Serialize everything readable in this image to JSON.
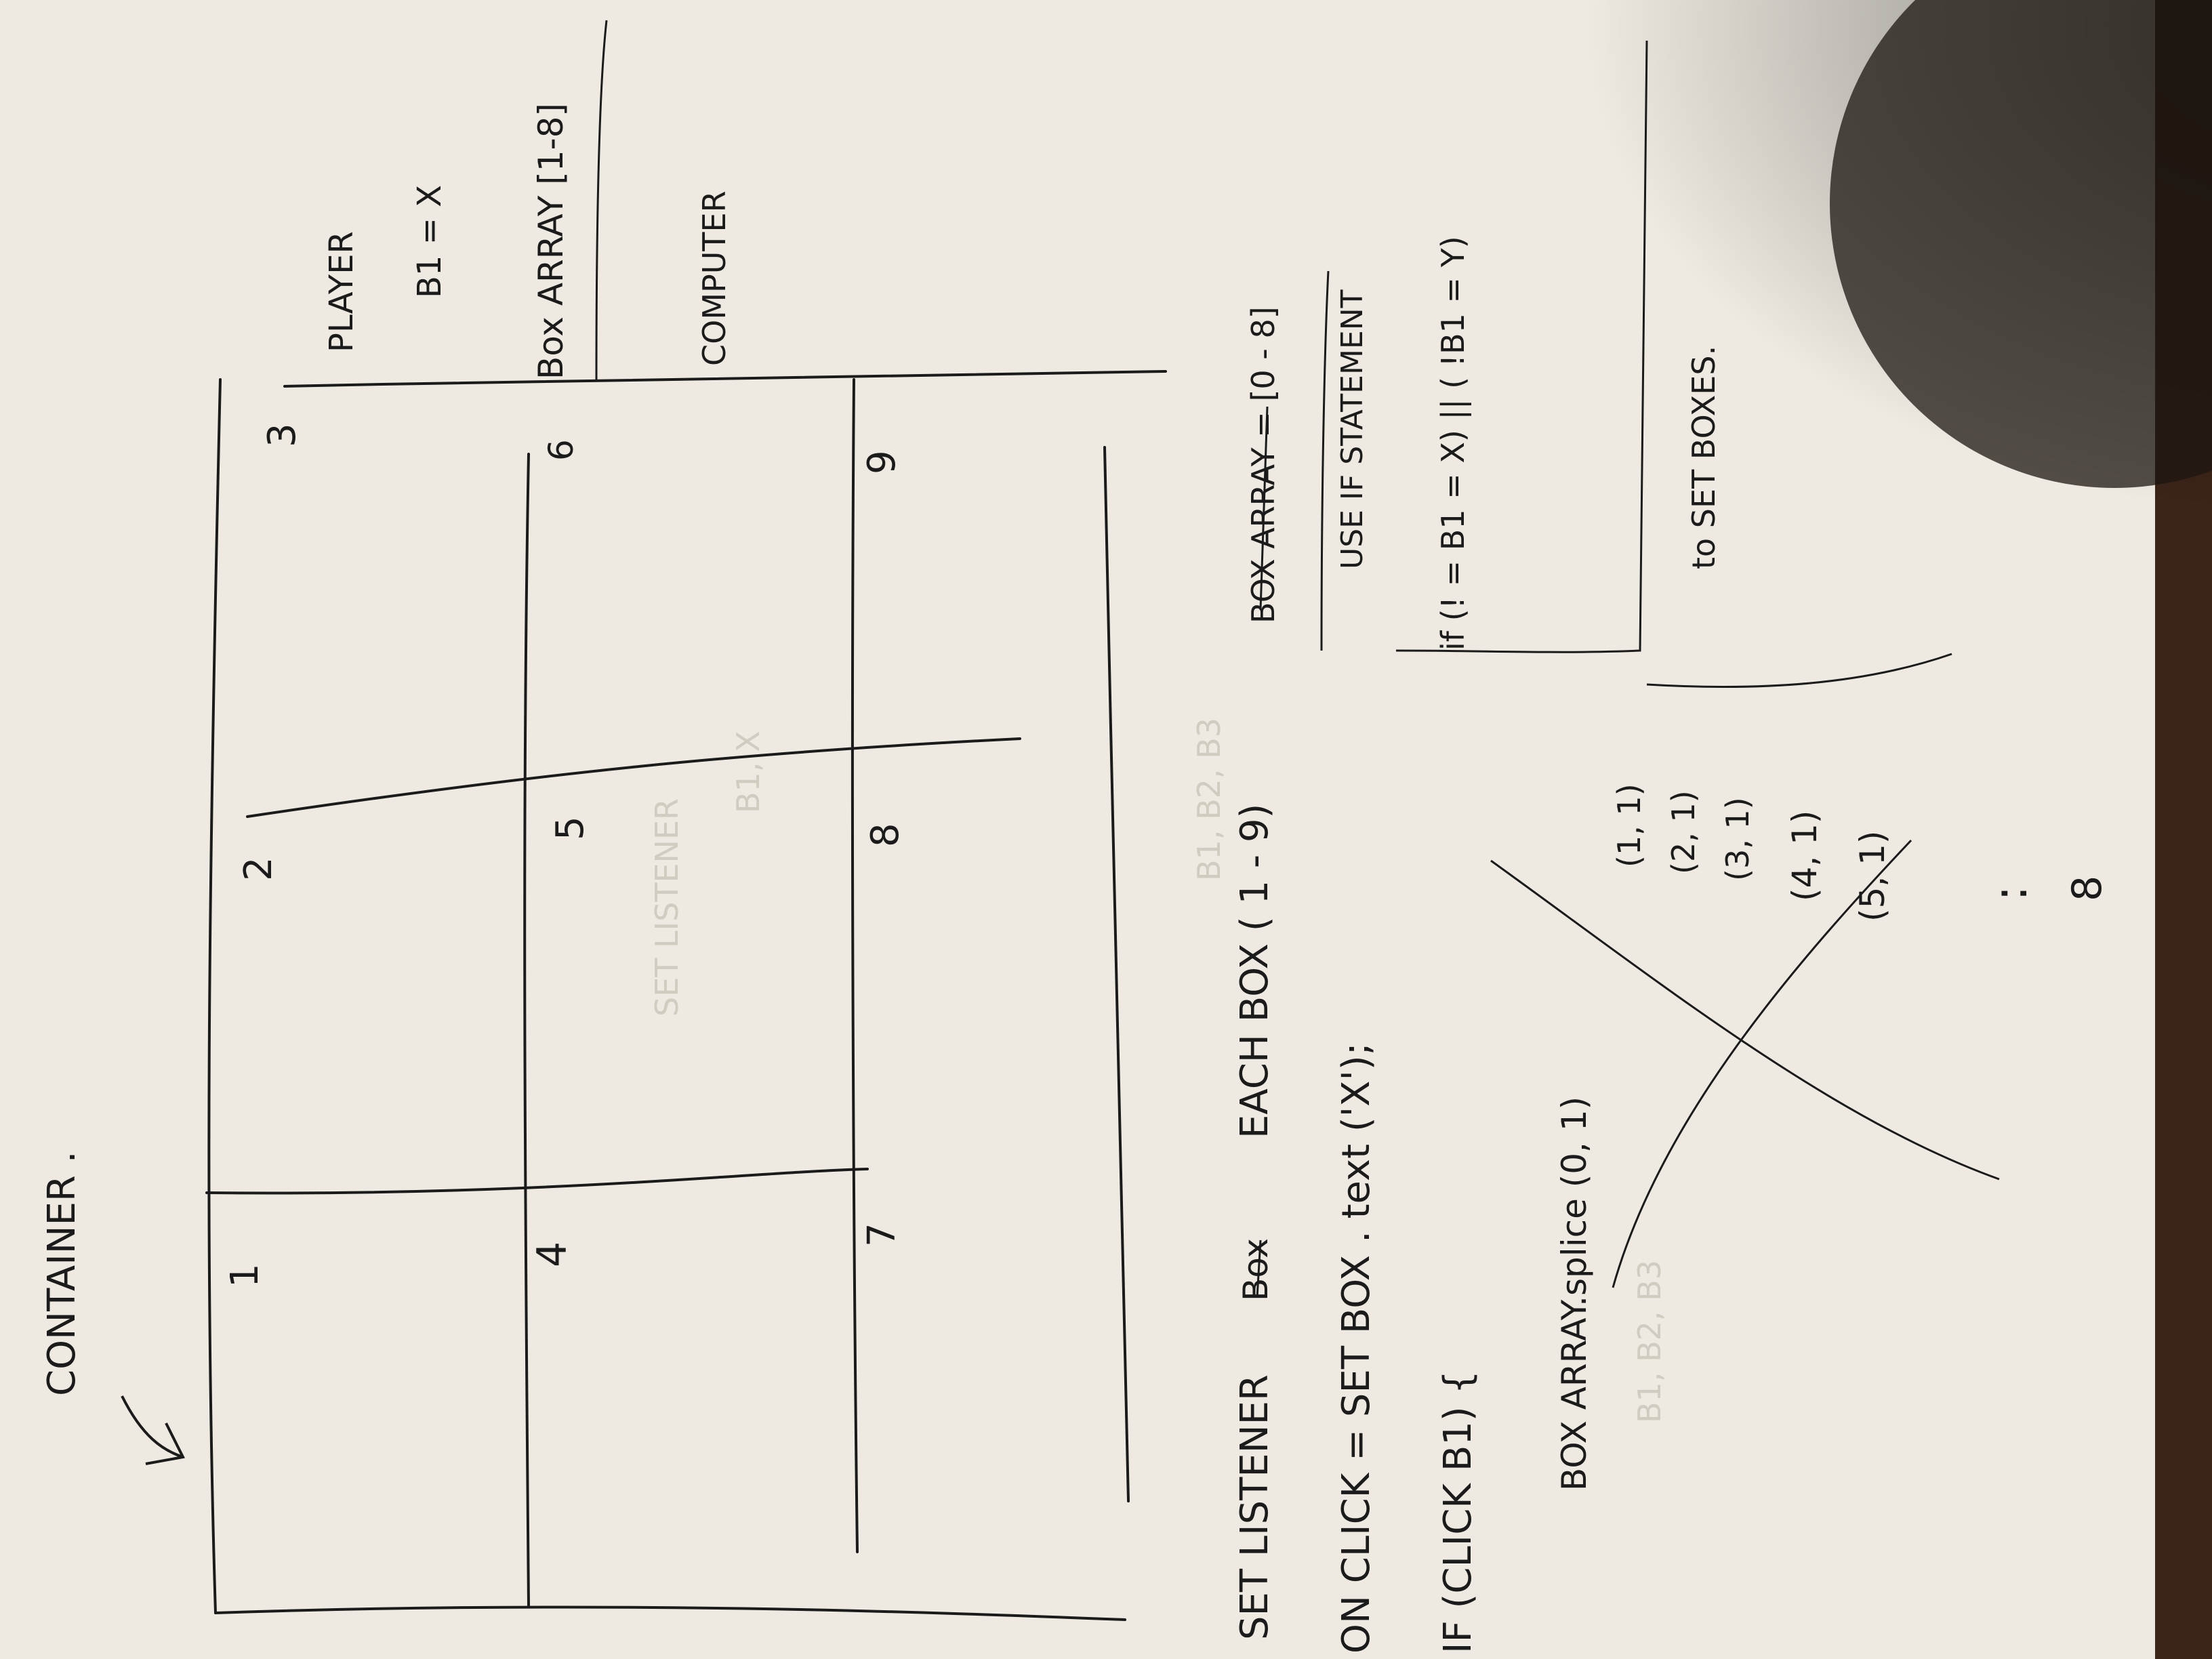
{
  "photo": {
    "paper_color": "#eeeae1",
    "ink_color": "#1b1b1b",
    "table_color": "#3b2418",
    "shadow_color": "#2a201a"
  },
  "sketch": {
    "container_label": "CONTAINER .",
    "cells": [
      "1",
      "2",
      "3",
      "4",
      "5",
      "6",
      "7",
      "8",
      "9"
    ],
    "notes": {
      "player": "PLAYER",
      "player_b1": "B1 = X",
      "box_array": "Box ARRAY [1-8]",
      "computer": "COMPUTER",
      "box_array_struck": "BOX ARRAY = [0 - 8]",
      "use_if": "USE IF STATEMENT",
      "if_condition": "if (! = B1 = X) || ( !B1 = Y)",
      "to_set_boxes": "to SET BOXES.",
      "set_listener": "SET LISTENER",
      "listener_struck": "Box",
      "each_box": "EACH BOX ( 1 - 9)",
      "on_click": "ON CLICK = SET BOX . text ('X');",
      "if_click": "IF (CLICK B1) {",
      "box_array_splice": "BOX ARRAY.splice (0, 1)",
      "splice_list": [
        "(1, 1)",
        "(2, 1)",
        "(3, 1)",
        "(4, 1)",
        "(5, 1)"
      ],
      "dots": ":",
      "last_index": "8"
    }
  }
}
